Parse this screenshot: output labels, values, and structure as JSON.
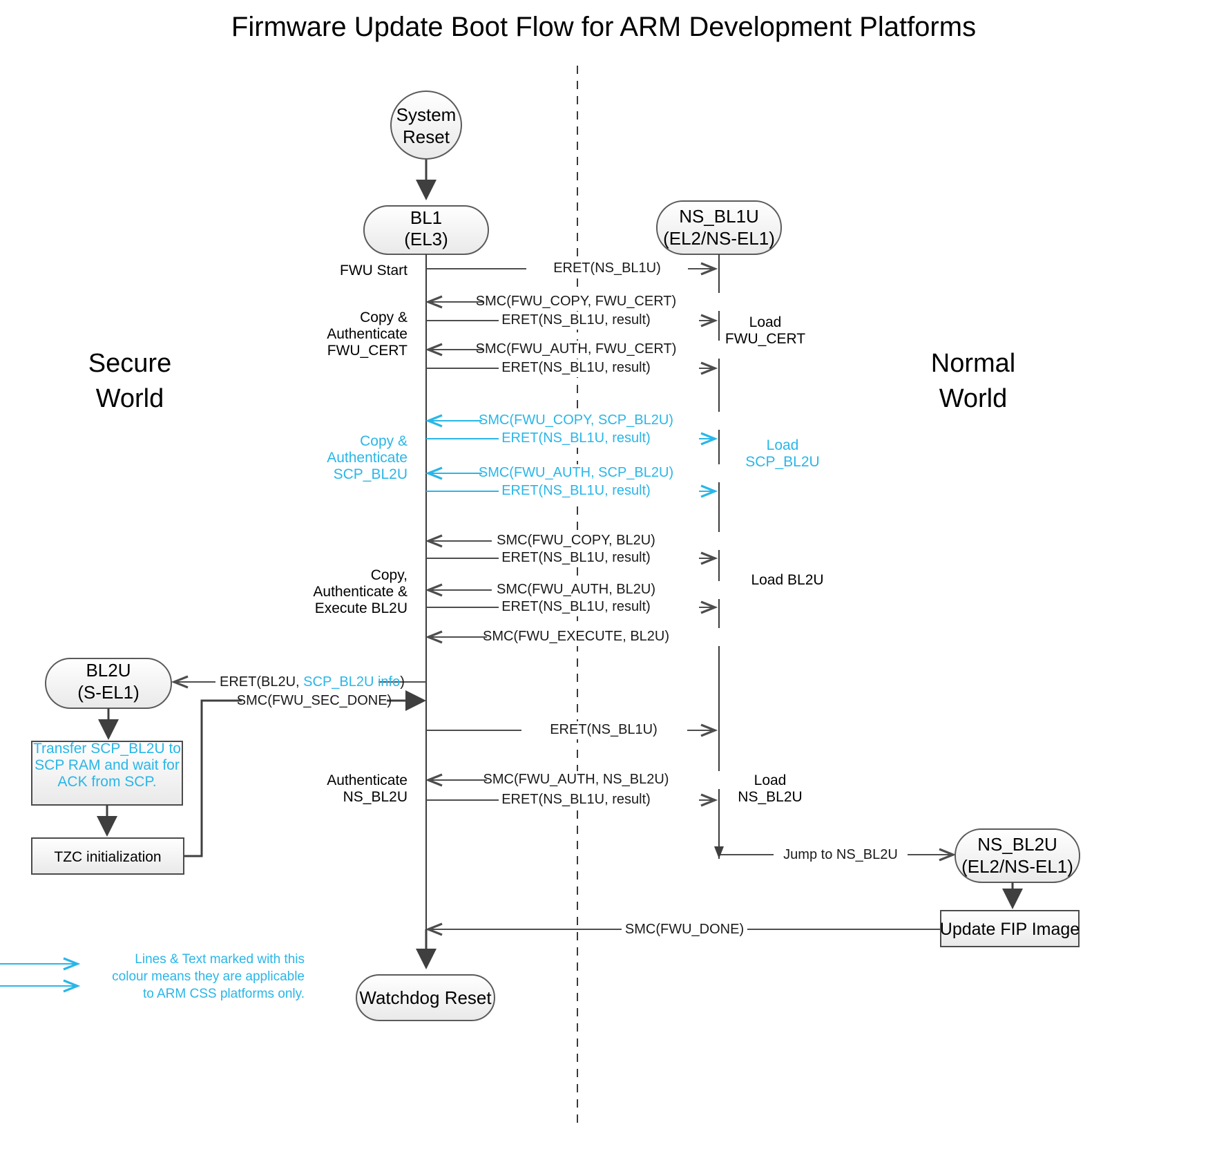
{
  "title": "Firmware Update Boot Flow for ARM Development Platforms",
  "worlds": {
    "secure": "Secure\nWorld",
    "secure_l1": "Secure",
    "secure_l2": "World",
    "normal_l1": "Normal",
    "normal_l2": "World"
  },
  "nodes": {
    "system_reset_l1": "System",
    "system_reset_l2": "Reset",
    "bl1_l1": "BL1",
    "bl1_l2": "(EL3)",
    "ns_bl1u_l1": "NS_BL1U",
    "ns_bl1u_l2": "(EL2/NS-EL1)",
    "bl2u_l1": "BL2U",
    "bl2u_l2": "(S-EL1)",
    "ns_bl2u_l1": "NS_BL2U",
    "ns_bl2u_l2": "(EL2/NS-EL1)",
    "watchdog_reset": "Watchdog Reset",
    "update_fip": "Update FIP Image",
    "tzc_init": "TZC initialization",
    "transfer_l1": "Transfer SCP_BL2U to",
    "transfer_l2": "SCP RAM and wait for",
    "transfer_l3": "ACK from SCP."
  },
  "messages": [
    {
      "id": "m1",
      "label": "ERET(NS_BL1U)",
      "color": "black",
      "dir": "right"
    },
    {
      "id": "m2",
      "label": "SMC(FWU_COPY, FWU_CERT)",
      "color": "black",
      "dir": "left"
    },
    {
      "id": "m3",
      "label": "ERET(NS_BL1U, result)",
      "color": "black",
      "dir": "right"
    },
    {
      "id": "m4",
      "label": "SMC(FWU_AUTH, FWU_CERT)",
      "color": "black",
      "dir": "left"
    },
    {
      "id": "m5",
      "label": "ERET(NS_BL1U, result)",
      "color": "black",
      "dir": "right"
    },
    {
      "id": "m6",
      "label": "SMC(FWU_COPY, SCP_BL2U)",
      "color": "blue",
      "dir": "left"
    },
    {
      "id": "m7",
      "label": "ERET(NS_BL1U, result)",
      "color": "blue",
      "dir": "right"
    },
    {
      "id": "m8",
      "label": "SMC(FWU_AUTH, SCP_BL2U)",
      "color": "blue",
      "dir": "left"
    },
    {
      "id": "m9",
      "label": "ERET(NS_BL1U, result)",
      "color": "blue",
      "dir": "right"
    },
    {
      "id": "m10",
      "label": "SMC(FWU_COPY, BL2U)",
      "color": "black",
      "dir": "left"
    },
    {
      "id": "m11",
      "label": "ERET(NS_BL1U, result)",
      "color": "black",
      "dir": "right"
    },
    {
      "id": "m12",
      "label": "SMC(FWU_AUTH, BL2U)",
      "color": "black",
      "dir": "left"
    },
    {
      "id": "m13",
      "label": "ERET(NS_BL1U, result)",
      "color": "black",
      "dir": "right"
    },
    {
      "id": "m14",
      "label": "SMC(FWU_EXECUTE, BL2U)",
      "color": "black",
      "dir": "left"
    },
    {
      "id": "m15",
      "label": "ERET(NS_BL1U)",
      "color": "black",
      "dir": "right"
    },
    {
      "id": "m16",
      "label": "SMC(FWU_AUTH, NS_BL2U)",
      "color": "black",
      "dir": "left"
    },
    {
      "id": "m17",
      "label": "ERET(NS_BL1U, result)",
      "color": "black",
      "dir": "right"
    }
  ],
  "eret_bl2u": {
    "prefix": "ERET(BL2U, ",
    "blue": "SCP_BL2U info",
    "suffix": ")"
  },
  "smc_sec_done": "SMC(FWU_SEC_DONE)",
  "jump_ns_bl2u": "Jump to NS_BL2U",
  "smc_fwu_done": "SMC(FWU_DONE)",
  "left_labels": [
    {
      "id": "fwu-start",
      "lines": [
        "FWU Start"
      ],
      "color": "black"
    },
    {
      "id": "copy-auth-fwu-cert",
      "lines": [
        "Copy &",
        "Authenticate",
        "FWU_CERT"
      ],
      "color": "black"
    },
    {
      "id": "copy-auth-scp-bl2u",
      "lines": [
        "Copy &",
        "Authenticate",
        "SCP_BL2U"
      ],
      "color": "blue"
    },
    {
      "id": "copy-auth-exec-bl2u",
      "lines": [
        "Copy,",
        "Authenticate &",
        "Execute BL2U"
      ],
      "color": "black"
    },
    {
      "id": "auth-ns-bl2u",
      "lines": [
        "Authenticate",
        "NS_BL2U"
      ],
      "color": "black"
    }
  ],
  "right_labels": [
    {
      "id": "load-fwu-cert",
      "lines": [
        "Load",
        "FWU_CERT"
      ],
      "color": "black"
    },
    {
      "id": "load-scp-bl2u",
      "lines": [
        "Load",
        "SCP_BL2U"
      ],
      "color": "blue"
    },
    {
      "id": "load-bl2u",
      "lines": [
        "Load BL2U"
      ],
      "color": "black"
    },
    {
      "id": "load-ns-bl2u",
      "lines": [
        "Load",
        "NS_BL2U"
      ],
      "color": "black"
    }
  ],
  "legend": {
    "line1": "Lines & Text marked with this",
    "line2": "colour means they are applicable",
    "line3": "to ARM CSS platforms only."
  },
  "colors": {
    "css_blue": "#29B6E8",
    "line_dark": "#4d4d4d",
    "node_stroke": "#5a5a5a"
  }
}
